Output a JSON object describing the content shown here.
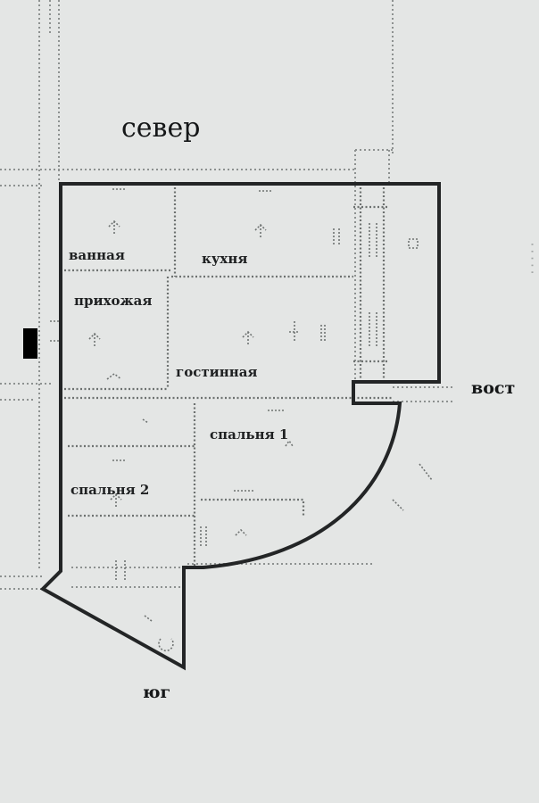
{
  "compass": {
    "north": "север",
    "east": "вост",
    "south": "юг"
  },
  "rooms": {
    "bathroom": "ванная",
    "kitchen": "кухня",
    "hallway": "прихожая",
    "living_room": "гостинная",
    "bedroom_1": "спальня 1",
    "bedroom_2": "спальня 2"
  },
  "colors": {
    "paper": "#e4e6e5",
    "outer_wall": "#232526",
    "inner_wall": "#6d7170",
    "text": "#1f2122"
  }
}
